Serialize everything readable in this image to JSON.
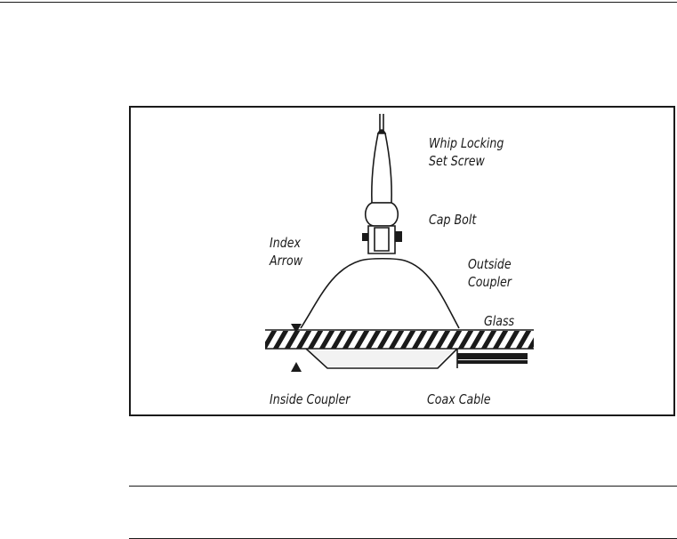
{
  "diagram": {
    "labels": {
      "whip_locking_line1": "Whip Locking",
      "whip_locking_line2": "Set Screw",
      "cap_bolt": "Cap Bolt",
      "index_line1": "Index",
      "index_line2": "Arrow",
      "outside_line1": "Outside",
      "outside_line2": "Coupler",
      "glass": "Glass",
      "inside_coupler": "Inside Coupler",
      "coax_cable": "Coax Cable"
    }
  }
}
